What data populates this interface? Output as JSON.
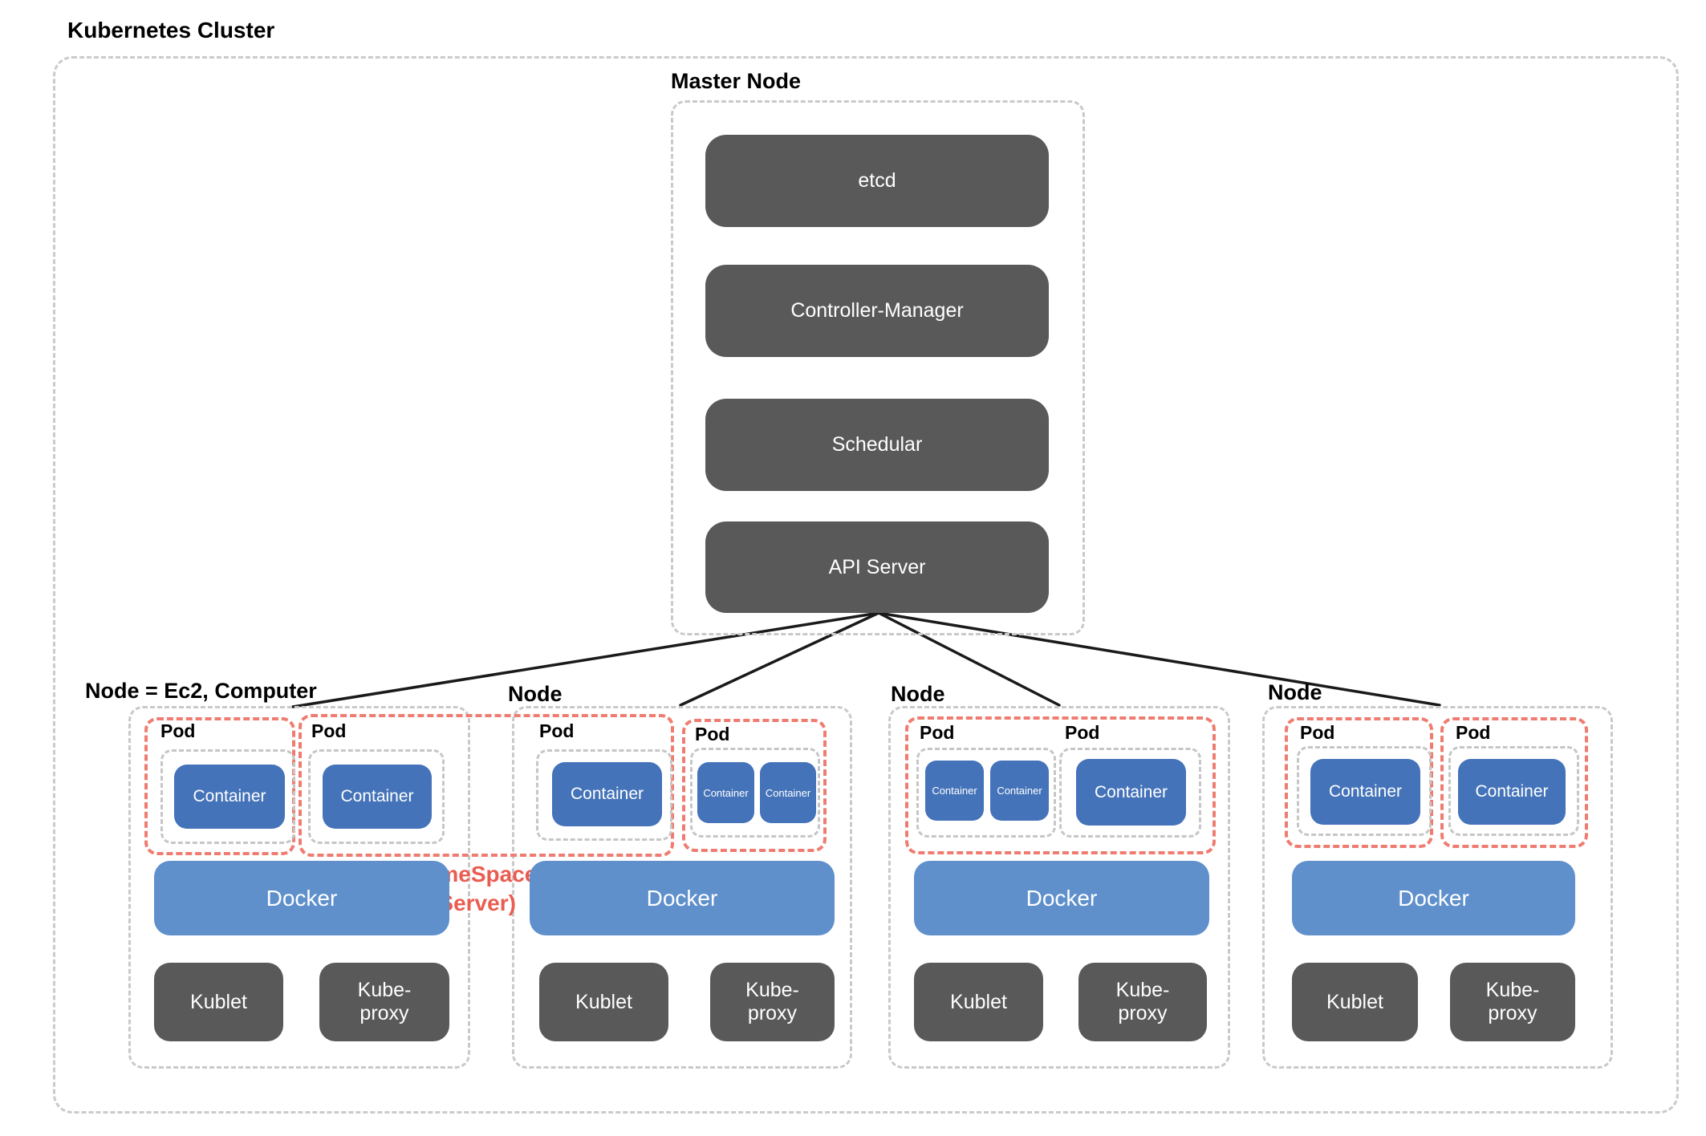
{
  "title": "Kubernetes Cluster",
  "master": {
    "label": "Master Node",
    "components": [
      "etcd",
      "Controller-Manager",
      "Schedular",
      "API Server"
    ]
  },
  "namespace": {
    "label": "NameSpace\n(Server)"
  },
  "nodes": [
    {
      "label": "Node = Ec2, Computer",
      "pods": [
        {
          "label": "Pod",
          "containers": [
            "Container"
          ]
        },
        {
          "label": "Pod",
          "containers": [
            "Container"
          ]
        }
      ],
      "docker": "Docker",
      "kublet": "Kublet",
      "kube_proxy": "Kube-\nproxy"
    },
    {
      "label": "Node",
      "pods": [
        {
          "label": "Pod",
          "containers": [
            "Container"
          ]
        },
        {
          "label": "Pod",
          "containers": [
            "Container",
            "Container"
          ]
        }
      ],
      "docker": "Docker",
      "kublet": "Kublet",
      "kube_proxy": "Kube-\nproxy"
    },
    {
      "label": "Node",
      "pods": [
        {
          "label": "Pod",
          "containers": [
            "Container",
            "Container"
          ]
        },
        {
          "label": "Pod",
          "containers": [
            "Container"
          ]
        }
      ],
      "docker": "Docker",
      "kublet": "Kublet",
      "kube_proxy": "Kube-\nproxy"
    },
    {
      "label": "Node",
      "pods": [
        {
          "label": "Pod",
          "containers": [
            "Container"
          ]
        },
        {
          "label": "Pod",
          "containers": [
            "Container"
          ]
        }
      ],
      "docker": "Docker",
      "kublet": "Kublet",
      "kube_proxy": "Kube-\nproxy"
    }
  ],
  "colors": {
    "component_dark": "#595959",
    "container_blue": "#4473b9",
    "docker_blue": "#5f90cc",
    "namespace_red": "#ea5c50",
    "red_dash": "#ef7c70",
    "dashed_gray": "#c9c9c9",
    "connector_black": "#1a1a1a"
  }
}
